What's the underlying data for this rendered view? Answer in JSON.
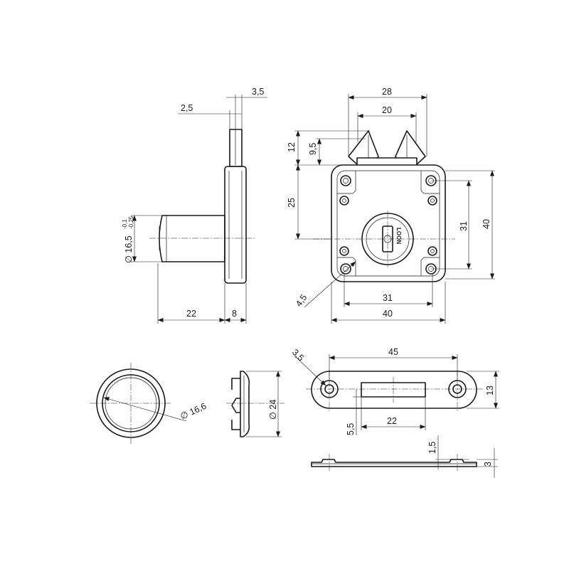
{
  "side_view": {
    "dim_top_right": "3,5",
    "dim_top_left": "2,5",
    "dim_diameter": "∅ 16,5",
    "tol_upper": "-0,1",
    "tol_lower": "-0,25",
    "dim_bottom_left": "22",
    "dim_bottom_right": "8"
  },
  "front_view": {
    "dim_top_outer": "28",
    "dim_top_inner": "20",
    "dim_left_12": "12",
    "dim_left_9_5": "9,5",
    "dim_left_25": "25",
    "dim_right_31": "31",
    "dim_right_40": "40",
    "dim_bottom_31": "31",
    "dim_bottom_40": "40",
    "dim_diag": "4,5",
    "key_brand": "LOON"
  },
  "ring_view": {
    "dim_diameter": "∅ 16,6"
  },
  "ring_side_view": {
    "dim_diameter": "∅ 24"
  },
  "strike_plate": {
    "dim_hole": "3,5",
    "dim_length": "45",
    "dim_height": "13",
    "dim_slot_width": "22",
    "dim_slot_offset": "5,5"
  },
  "strike_side": {
    "dim_thin": "1,5",
    "dim_thick": "3"
  }
}
